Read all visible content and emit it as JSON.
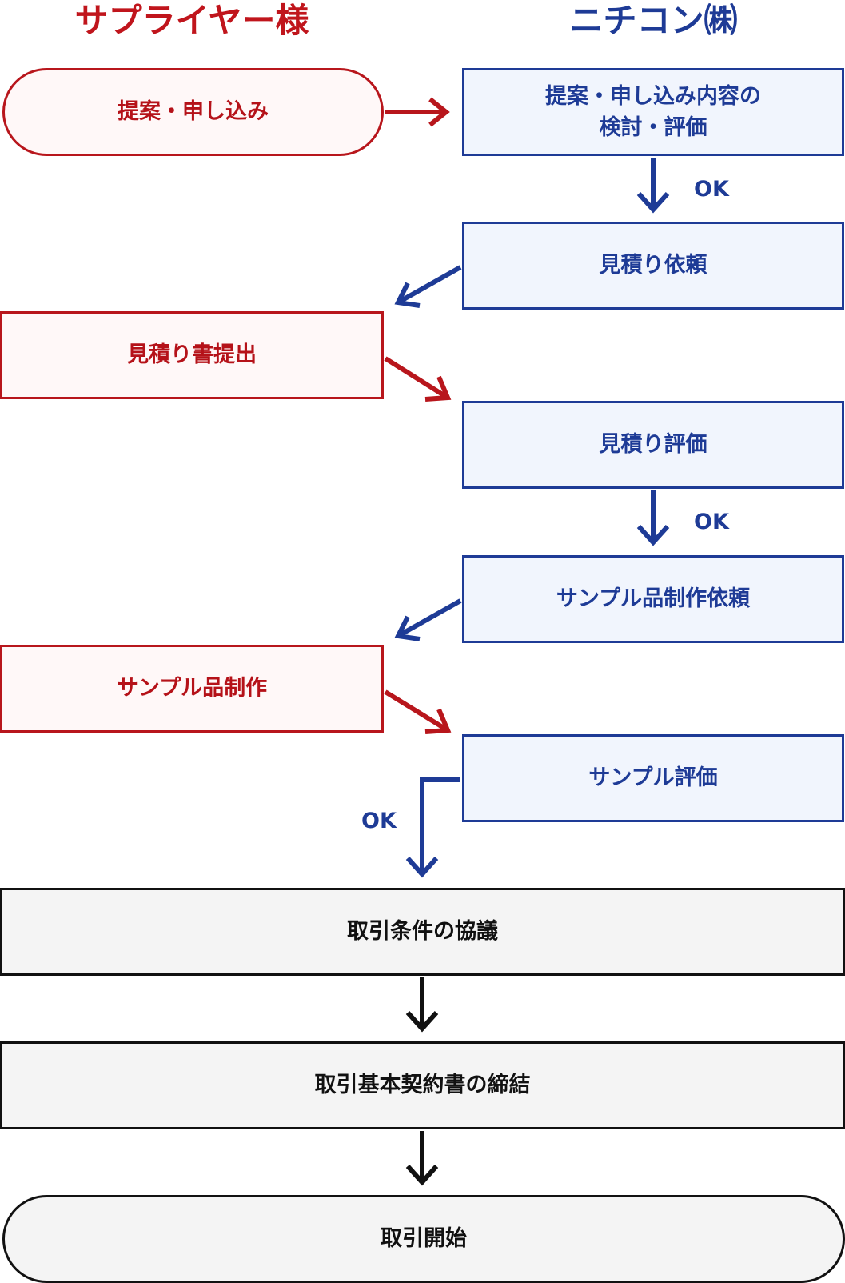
{
  "headers": {
    "supplier": "サプライヤー様",
    "nichicon": "ニチコン㈱"
  },
  "steps": {
    "proposal": "提案・申し込み",
    "review_line1": "提案・申し込み内容の",
    "review_line2": "検討・評価",
    "quote_request": "見積り依頼",
    "quote_submit": "見積り書提出",
    "quote_eval": "見積り評価",
    "sample_request": "サンプル品制作依頼",
    "sample_make": "サンプル品制作",
    "sample_eval": "サンプル評価",
    "terms": "取引条件の協議",
    "contract": "取引基本契約書の締結",
    "start": "取引開始"
  },
  "labels": {
    "ok1": "OK",
    "ok2": "OK",
    "ok3": "OK"
  },
  "colors": {
    "supplier": "#b8161c",
    "nichicon": "#1e3b96",
    "common": "#111111"
  }
}
